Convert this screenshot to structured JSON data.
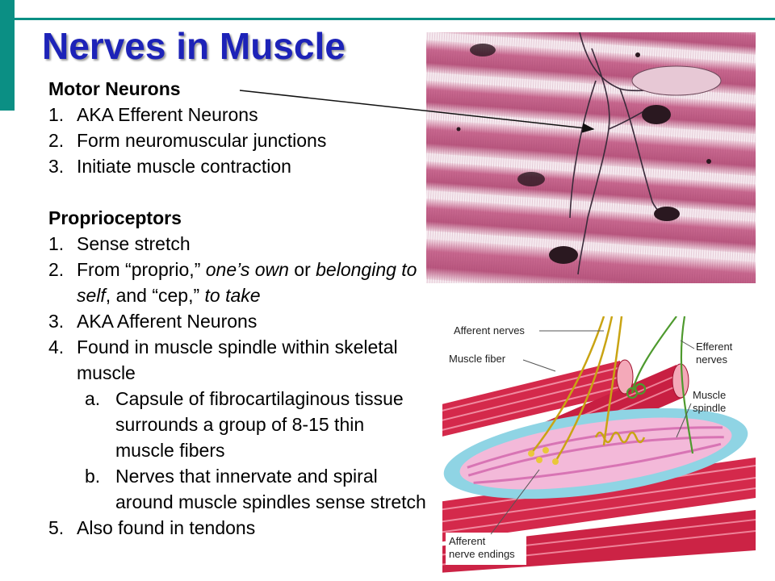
{
  "slide": {
    "title": "Nerves in Muscle",
    "accent_color": "#0b8f84",
    "title_color": "#1d23b8"
  },
  "motor": {
    "heading": "Motor Neurons",
    "items": [
      {
        "num": "1.",
        "text": "AKA Efferent Neurons"
      },
      {
        "num": "2.",
        "text": "Form neuromuscular junctions"
      },
      {
        "num": "3.",
        "text": "Initiate muscle contraction"
      }
    ]
  },
  "proprio": {
    "heading": "Proprioceptors",
    "item1": {
      "num": "1.",
      "text": "Sense stretch"
    },
    "item2": {
      "num": "2.",
      "t1": "From “proprio,” ",
      "t2": "one’s own",
      "t3": " or ",
      "t4": "belonging to self",
      "t5": ", and “cep,” ",
      "t6": "to take"
    },
    "item3": {
      "num": "3.",
      "text": "AKA Afferent Neurons"
    },
    "item4": {
      "num": "4.",
      "text": "Found in muscle spindle within skeletal muscle"
    },
    "sub_a": {
      "num": "a.",
      "text": "Capsule of fibrocartilaginous tissue surrounds a group of 8-15 thin muscle fibers"
    },
    "sub_b": {
      "num": "b.",
      "text": "Nerves that innervate and spiral around muscle spindles sense stretch"
    },
    "item5": {
      "num": "5.",
      "text": "Also found in tendons"
    }
  },
  "diagram_labels": {
    "afferent_nerves": "Afferent nerves",
    "muscle_fiber": "Muscle fiber",
    "efferent_1": "Efferent",
    "efferent_2": "nerves",
    "spindle_1": "Muscle",
    "spindle_2": "spindle",
    "endings_1": "Afferent",
    "endings_2": "nerve endings"
  }
}
